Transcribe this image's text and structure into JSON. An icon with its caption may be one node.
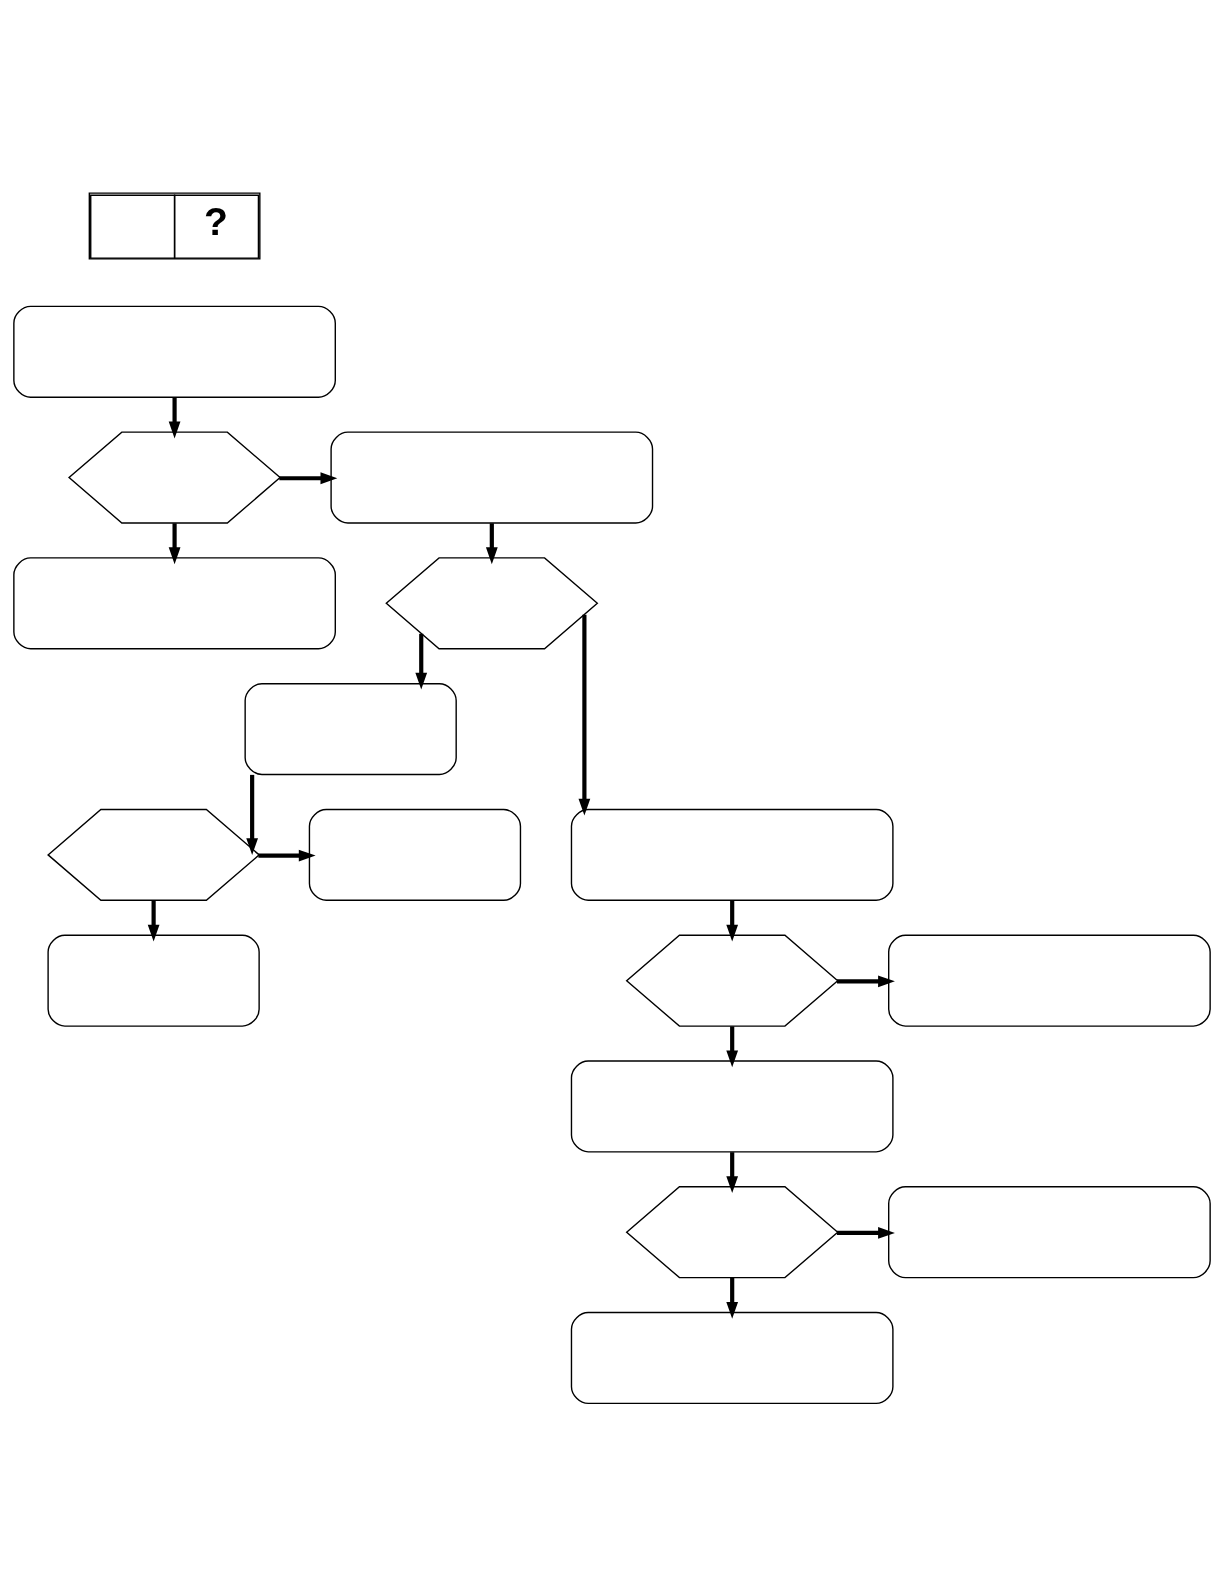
{
  "diagram": {
    "nodes": [
      {
        "text": [],
        "shape": "box"
      },
      {
        "text": [],
        "shape": "hexagon"
      },
      {
        "text": [],
        "shape": "box"
      },
      {
        "text": [],
        "shape": "box"
      },
      {
        "text": [],
        "shape": "hexagon"
      },
      {
        "text": [],
        "shape": "box"
      },
      {
        "text": [],
        "shape": "box"
      },
      {
        "text": [],
        "shape": "box"
      },
      {
        "text": [],
        "shape": "hexagon"
      },
      {
        "text": [],
        "shape": "hexagon"
      },
      {
        "text": [],
        "shape": "box"
      },
      {
        "text": [],
        "shape": "box"
      },
      {
        "text": [],
        "shape": "box"
      },
      {
        "text": [],
        "shape": "hexagon"
      },
      {
        "text": [],
        "shape": "box"
      },
      {
        "text": [],
        "shape": "box"
      }
    ],
    "edges": [
      {
        "from": 0,
        "to": 1,
        "arrow": "to"
      },
      {
        "from": 1,
        "to": 2,
        "arrow": "to"
      },
      {
        "from": 1,
        "to": 3,
        "arrow": "to"
      },
      {
        "from": 2,
        "to": 4,
        "arrow": "to"
      },
      {
        "from": 4,
        "to": 5,
        "arrow": "to"
      },
      {
        "from": 4,
        "to": 6,
        "arrow": "to"
      },
      {
        "from": 5,
        "to": 8,
        "arrow": "to"
      },
      {
        "from": 8,
        "to": 7,
        "arrow": "to"
      },
      {
        "from": 8,
        "to": 11,
        "arrow": "to"
      },
      {
        "from": 6,
        "to": 9,
        "arrow": "to"
      },
      {
        "from": 9,
        "to": 10,
        "arrow": "to"
      },
      {
        "from": 9,
        "to": 12,
        "arrow": "to"
      },
      {
        "from": 12,
        "to": 13,
        "arrow": "to"
      },
      {
        "from": 13,
        "to": 14,
        "arrow": "to"
      },
      {
        "from": 13,
        "to": 15,
        "arrow": "to"
      }
    ],
    "labels": [
      "?"
    ]
  }
}
